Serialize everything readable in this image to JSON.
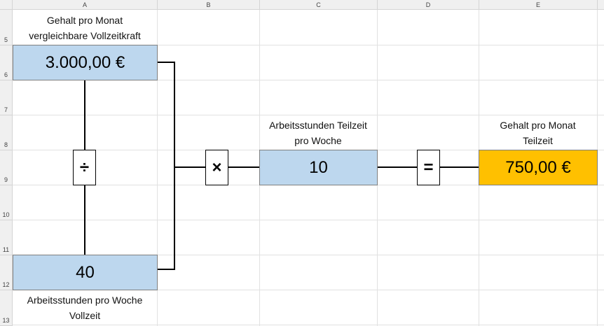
{
  "columns": [
    "A",
    "B",
    "C",
    "D",
    "E"
  ],
  "rows": [
    "5",
    "6",
    "7",
    "8",
    "9",
    "10",
    "11",
    "12",
    "13"
  ],
  "labels": {
    "full_salary_l1": "Gehalt pro Monat",
    "full_salary_l2": "vergleichbare Vollzeitkraft",
    "full_hours_l1": "Arbeitsstunden pro Woche",
    "full_hours_l2": "Vollzeit",
    "part_hours_l1": "Arbeitsstunden Teilzeit",
    "part_hours_l2": "pro Woche",
    "part_salary_l1": "Gehalt pro Monat",
    "part_salary_l2": "Teilzeit"
  },
  "values": {
    "full_salary": "3.000,00 €",
    "full_hours": "40",
    "part_hours": "10",
    "part_salary": "750,00 €"
  },
  "operators": {
    "divide": "÷",
    "multiply": "×",
    "equals": "="
  },
  "colors": {
    "input": "#BDD7EE",
    "result": "#FFC000"
  }
}
